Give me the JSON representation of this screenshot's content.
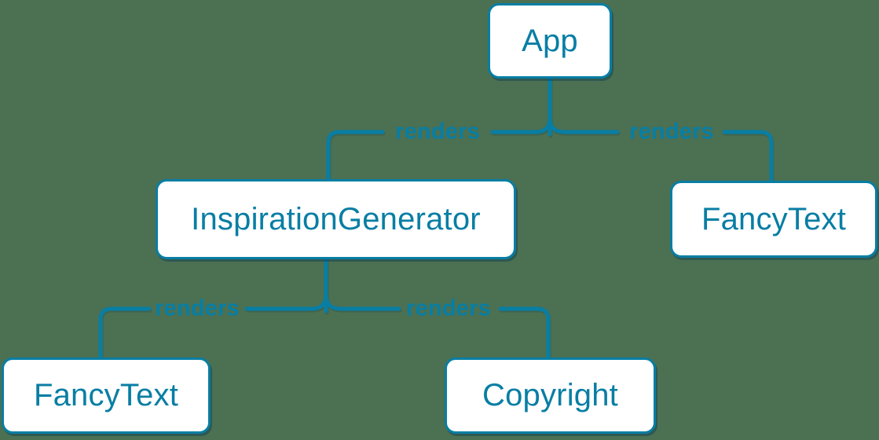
{
  "diagram": {
    "colors": {
      "background": "#4b7052",
      "accent": "#087ea4",
      "node_fill": "#ffffff",
      "node_shadow": "rgba(10, 60, 82, 0.45)"
    },
    "nodes": [
      {
        "id": "app",
        "label": "App"
      },
      {
        "id": "inspiration-generator",
        "label": "InspirationGenerator"
      },
      {
        "id": "fancy-text-top",
        "label": "FancyText"
      },
      {
        "id": "fancy-text-bottom",
        "label": "FancyText"
      },
      {
        "id": "copyright",
        "label": "Copyright"
      }
    ],
    "edges": [
      {
        "from": "App",
        "to": "InspirationGenerator",
        "label": "renders"
      },
      {
        "from": "App",
        "to": "FancyText",
        "label": "renders"
      },
      {
        "from": "InspirationGenerator",
        "to": "FancyText",
        "label": "renders"
      },
      {
        "from": "InspirationGenerator",
        "to": "Copyright",
        "label": "renders"
      }
    ]
  }
}
